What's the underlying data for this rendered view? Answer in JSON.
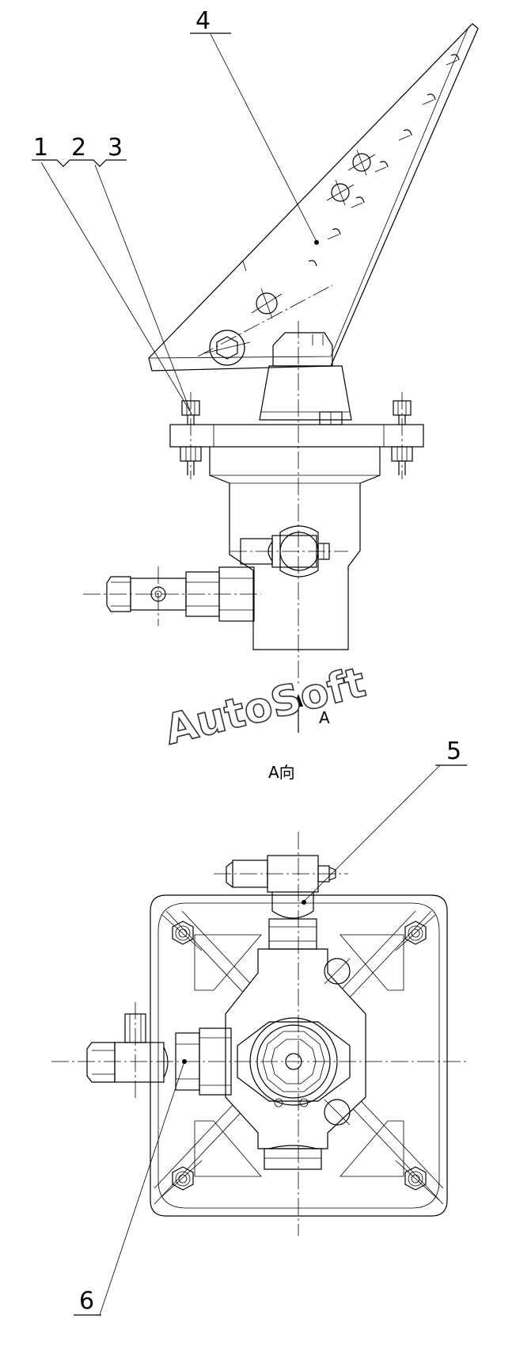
{
  "callouts": {
    "c1": "1",
    "c2": "2",
    "c3": "3",
    "c4": "4",
    "c5": "5",
    "c6": "6"
  },
  "labels": {
    "view_arrow": "A",
    "view_title": "A向"
  },
  "watermark": "AutoSoft",
  "colors": {
    "line": "#000000",
    "background": "#ffffff"
  }
}
